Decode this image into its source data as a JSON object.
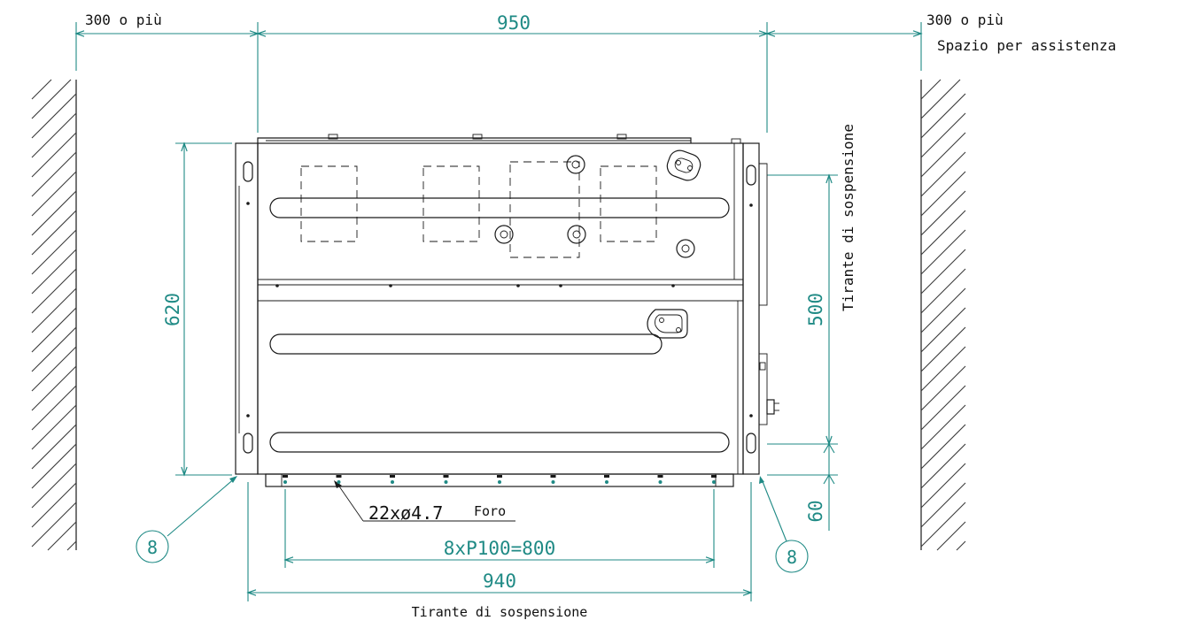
{
  "diagram": {
    "clearance_left": "300 o più",
    "clearance_right": "300 o più",
    "service_space": "Spazio per assistenza",
    "width_overall": "950",
    "height_overall": "620",
    "rod_spacing_vertical": "500",
    "rod_offset_bottom": "60",
    "suspension_rod_right": "Tirante di sospensione",
    "holes": "22xø4.7",
    "hole_label": "Foro",
    "pitch": "8xP100=800",
    "rod_spacing_horizontal": "940",
    "suspension_rod_bottom": "Tirante di sospensione",
    "callout_left": "8",
    "callout_right": "8"
  },
  "colors": {
    "dimension": "#1f8a85",
    "outline": "#1a1a1a"
  }
}
